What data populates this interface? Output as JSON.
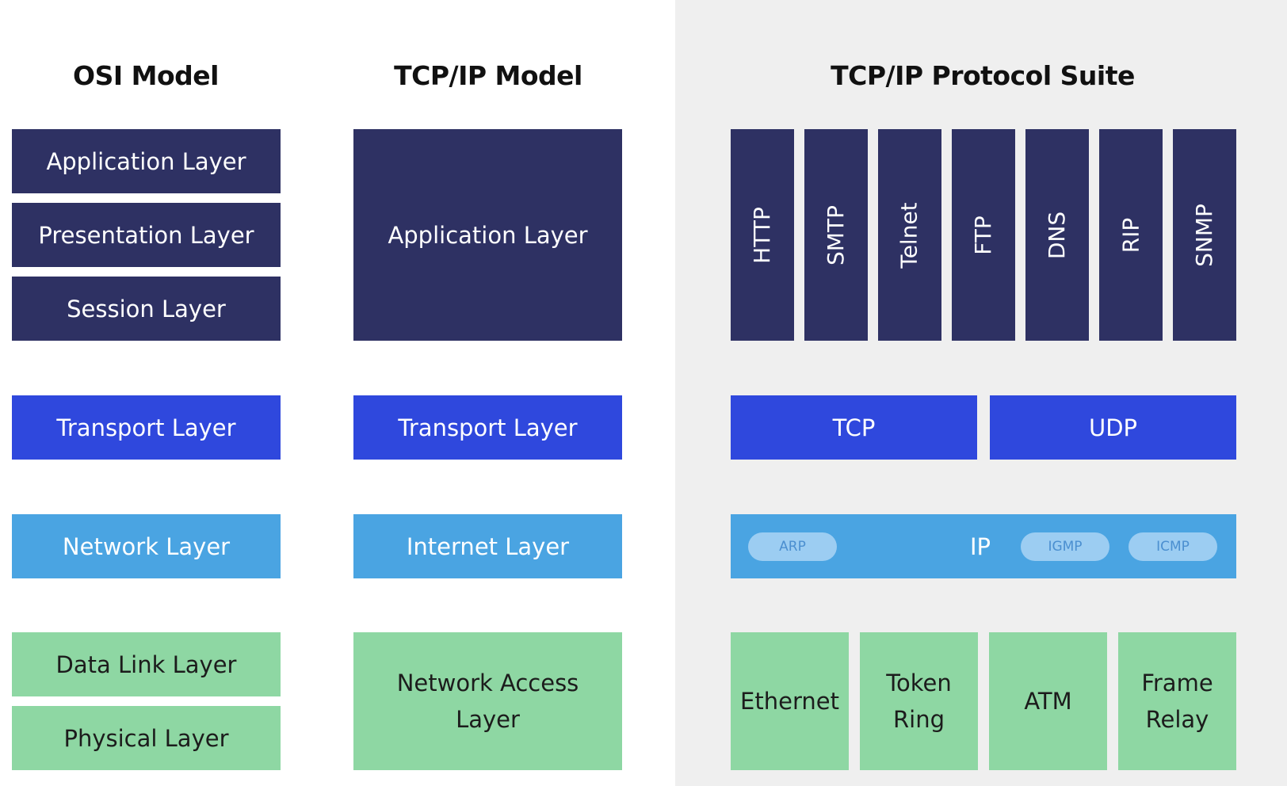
{
  "osi": {
    "heading": "OSI Model",
    "application": "Application Layer",
    "presentation": "Presentation Layer",
    "session": "Session Layer",
    "transport": "Transport Layer",
    "network": "Network Layer",
    "datalink": "Data Link Layer",
    "physical": "Physical Layer"
  },
  "tcpip": {
    "heading": "TCP/IP Model",
    "application": "Application Layer",
    "transport": "Transport Layer",
    "internet": "Internet Layer",
    "network_access": "Network Access Layer"
  },
  "suite": {
    "heading": "TCP/IP Protocol Suite",
    "application_protocols": [
      "HTTP",
      "SMTP",
      "Telnet",
      "FTP",
      "DNS",
      "RIP",
      "SNMP"
    ],
    "transport_protocols": [
      "TCP",
      "UDP"
    ],
    "internet": {
      "main": "IP",
      "pills": [
        "ARP",
        "IGMP",
        "ICMP"
      ]
    },
    "link_protocols": [
      "Ethernet",
      "Token Ring",
      "ATM",
      "Frame Relay"
    ]
  },
  "colors": {
    "application": "#2e3163",
    "transport": "#2f48dd",
    "network": "#4aa4e2",
    "link": "#8ed7a3",
    "suite_background": "#efefef"
  }
}
